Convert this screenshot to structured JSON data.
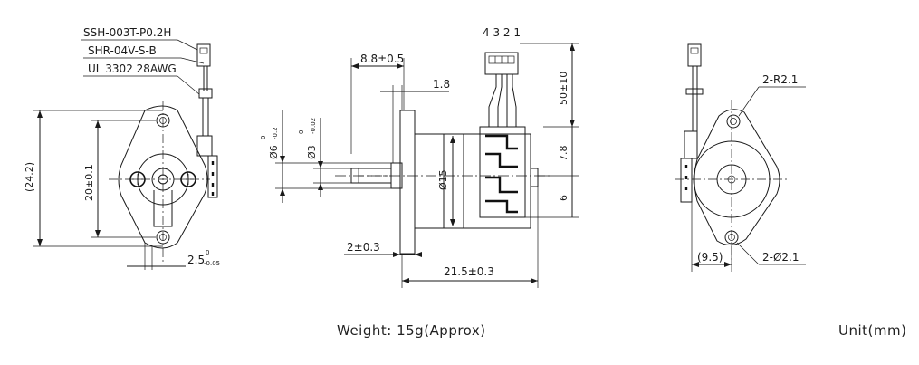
{
  "connector_labels": {
    "housing": "SSH-003T-P0.2H",
    "receptacle": "SHR-04V-S-B",
    "wire": "UL 3302 28AWG"
  },
  "pin_numbers": "4 3 2 1",
  "dimensions": {
    "overall_height": "(24.2)",
    "mount_spacing": "20±0.1",
    "flange_thickness": "2.5",
    "flange_tol_top": "0",
    "flange_tol_bottom": "-0.05",
    "shaft_length": "8.8±0.5",
    "shaft_step": "1.8",
    "boss_dia": "Ø6",
    "boss_tol_top": "0",
    "boss_tol_bottom": "-0.2",
    "shaft_dia": "Ø3",
    "shaft_tol_top": "0",
    "shaft_tol_bottom": "-0.02",
    "body_dia": "Ø15",
    "lead_length": "50±10",
    "connector_offset": "7.8",
    "connector_width": "6",
    "flange_offset": "2±0.3",
    "body_length": "21.5±0.3",
    "mount_radius": "2-R2.1",
    "mount_holes": "2-Ø2.1",
    "side_offset": "(9.5)"
  },
  "footer": {
    "weight": "Weight: 15g(Approx)",
    "unit": "Unit(mm)"
  }
}
